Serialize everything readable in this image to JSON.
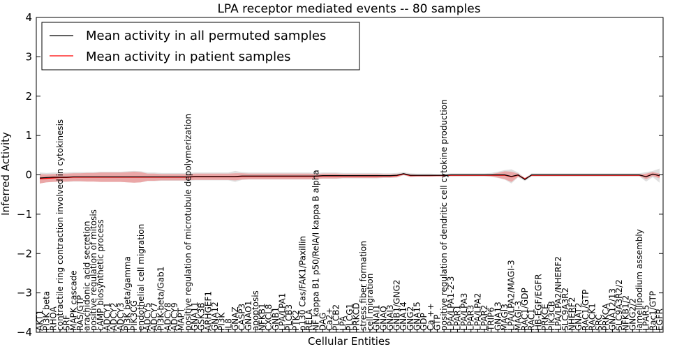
{
  "chart_data": {
    "type": "line",
    "title": "LPA receptor mediated events -- 80 samples",
    "xlabel": "Cellular Entities",
    "ylabel": "Inferred Activity",
    "ylim": [
      -4,
      4
    ],
    "yticks": [
      "−4",
      "−3",
      "−2",
      "−1",
      "0",
      "1",
      "2",
      "3",
      "4"
    ],
    "grid": false,
    "legend": {
      "placement": "top-left",
      "entries": [
        {
          "name": "Mean activity in all permuted samples",
          "color": "#000000"
        },
        {
          "name": "Mean activity in patient samples",
          "color": "#ff0000"
        }
      ]
    },
    "colors": {
      "permuted": "#000000",
      "patient": "#ff0000",
      "patient_band": "#f08080",
      "permuted_band": "#bbbbbb"
    },
    "categories": [
      "AKT1",
      "PI3K beta",
      "RHOA",
      "contractile ring contraction involved in cytokinesis",
      "SRF",
      "MAPK cascade",
      "RAS/GTP",
      "arachidonic acid secretion",
      "positive regulation of mitosis",
      "cAMP biosynthetic process",
      "ADCY1",
      "ADCY2",
      "ADCY3",
      "PI3K beta/gamma",
      "PIK3CG",
      "endothelial cell migration",
      "ADCY5",
      "ADCY7",
      "PI3K-beta/Gab1",
      "ADCY8",
      "ADCY9",
      "MAPT",
      "positive regulation of microtubule depolymerization",
      "GNA11",
      "GSK3B",
      "ARHGEF1",
      "GNA12",
      "PI3K",
      "IL8",
      "GNAZ",
      "CASP3",
      "GNAO1",
      "apoptosis",
      "NFKB1",
      "CXCL8",
      "GNB1",
      "LPA/LPA1",
      "PLCB3",
      "PTK2",
      "p130 Cas/FAK1/Paxillin",
      "RELA",
      "NF kappa B1 p50/RelA/I kappa B alpha",
      "DAG",
      "Ca2+",
      "PLCB2",
      "LPA",
      "PLCG1",
      "PRKCD",
      "stress fiber formation",
      "cell migration",
      "GNAI1",
      "GNAQ",
      "GNAI3",
      "GNB1/GNG2",
      "GNA14",
      "GNG2",
      "GNA15",
      "GDP",
      "Ca ++",
      "GTP",
      "positive regulation of dendritic cell cytokine production",
      "LPA/LPA1-2-3",
      "LPAR1",
      "LPA/LPA3",
      "LPAR3",
      "LPA/LPA2",
      "LPAR2",
      "TRIP6",
      "GNA13",
      "MAGI3",
      "LPA/LPA2/MAGI-3",
      "MAGI-3",
      "RAC1/GDP",
      "RAC1",
      "HB-EGF/EGFR",
      "PRKCE",
      "PIK3CB",
      "LPA/LPA2/NHERF2",
      "SLC9A3R2",
      "NHERF2",
      "GNAT2",
      "RAC1/GTP",
      "RACK1",
      "SRC",
      "PRKCA",
      "GNA12/13",
      "SLC9A3R2/2",
      "NFKB1/2",
      "GNG2/2",
      "lamellipodium assembly",
      "LPAR5",
      "Rac1/GTP",
      "EGFR"
    ],
    "x": [
      0,
      1,
      2,
      3,
      4,
      5,
      6,
      7,
      8,
      9,
      10,
      11,
      12,
      13,
      14,
      15,
      16,
      17,
      18,
      19,
      20,
      21,
      22,
      23,
      24,
      25,
      26,
      27,
      28,
      29,
      30,
      31,
      32,
      33,
      34,
      35,
      36,
      37,
      38,
      39,
      40,
      41,
      42,
      43,
      44,
      45,
      46,
      47,
      48,
      49,
      50,
      51,
      52,
      53,
      54,
      55,
      56,
      57,
      58,
      59,
      60,
      61,
      62,
      63,
      64,
      65,
      66,
      67,
      68,
      69,
      70,
      71,
      72,
      73,
      74,
      75,
      76,
      77,
      78,
      79,
      80,
      81,
      82,
      83,
      84,
      85,
      86,
      87,
      88,
      89,
      90,
      91,
      92
    ],
    "series": [
      {
        "name": "Mean activity in all permuted samples",
        "values": [
          -0.08,
          -0.07,
          -0.06,
          -0.06,
          -0.06,
          -0.05,
          -0.05,
          -0.05,
          -0.05,
          -0.05,
          -0.05,
          -0.05,
          -0.05,
          -0.05,
          -0.05,
          -0.05,
          -0.05,
          -0.05,
          -0.05,
          -0.05,
          -0.05,
          -0.05,
          -0.05,
          -0.04,
          -0.04,
          -0.04,
          -0.04,
          -0.04,
          -0.04,
          -0.04,
          -0.03,
          -0.03,
          -0.03,
          -0.03,
          -0.03,
          -0.03,
          -0.03,
          -0.03,
          -0.03,
          -0.03,
          -0.03,
          -0.03,
          -0.02,
          -0.02,
          -0.02,
          -0.02,
          -0.02,
          -0.02,
          -0.02,
          -0.02,
          -0.02,
          -0.02,
          -0.02,
          -0.01,
          0.03,
          -0.01,
          -0.01,
          -0.01,
          -0.01,
          -0.01,
          -0.01,
          0.0,
          0.0,
          0.0,
          0.0,
          0.0,
          0.0,
          0.0,
          0.0,
          0.0,
          -0.04,
          0.0,
          -0.12,
          0.0,
          0.0,
          0.0,
          0.0,
          0.0,
          0.0,
          0.0,
          0.0,
          0.0,
          0.0,
          0.0,
          0.0,
          0.0,
          0.0,
          0.0,
          0.0,
          0.0,
          -0.05,
          0.02,
          -0.02
        ]
      },
      {
        "name": "Mean activity in patient samples",
        "values": [
          -0.1,
          -0.09,
          -0.08,
          -0.07,
          -0.07,
          -0.06,
          -0.06,
          -0.06,
          -0.06,
          -0.06,
          -0.06,
          -0.06,
          -0.06,
          -0.06,
          -0.06,
          -0.06,
          -0.06,
          -0.06,
          -0.06,
          -0.06,
          -0.06,
          -0.06,
          -0.06,
          -0.05,
          -0.05,
          -0.05,
          -0.05,
          -0.05,
          -0.05,
          -0.05,
          -0.04,
          -0.04,
          -0.04,
          -0.04,
          -0.04,
          -0.04,
          -0.04,
          -0.04,
          -0.04,
          -0.04,
          -0.04,
          -0.04,
          -0.03,
          -0.03,
          -0.03,
          -0.03,
          -0.03,
          -0.03,
          -0.03,
          -0.03,
          -0.03,
          -0.03,
          -0.03,
          -0.02,
          0.02,
          -0.02,
          -0.02,
          -0.02,
          -0.02,
          -0.02,
          -0.02,
          -0.01,
          -0.01,
          -0.01,
          -0.01,
          -0.01,
          -0.01,
          -0.01,
          -0.01,
          -0.01,
          -0.05,
          -0.01,
          -0.1,
          -0.01,
          -0.01,
          -0.01,
          -0.01,
          -0.01,
          -0.01,
          -0.01,
          -0.01,
          -0.01,
          -0.01,
          -0.01,
          -0.01,
          -0.01,
          -0.01,
          -0.01,
          -0.01,
          -0.01,
          -0.04,
          0.02,
          -0.03
        ]
      }
    ],
    "bands": {
      "patient_halfwidth": [
        0.12,
        0.1,
        0.1,
        0.1,
        0.1,
        0.1,
        0.1,
        0.11,
        0.11,
        0.12,
        0.12,
        0.12,
        0.12,
        0.13,
        0.14,
        0.13,
        0.09,
        0.09,
        0.08,
        0.08,
        0.08,
        0.08,
        0.08,
        0.08,
        0.08,
        0.08,
        0.08,
        0.08,
        0.08,
        0.09,
        0.08,
        0.07,
        0.07,
        0.07,
        0.07,
        0.07,
        0.07,
        0.07,
        0.07,
        0.07,
        0.07,
        0.06,
        0.06,
        0.06,
        0.06,
        0.05,
        0.05,
        0.05,
        0.05,
        0.05,
        0.05,
        0.04,
        0.04,
        0.04,
        0.02,
        0.03,
        0.02,
        0.02,
        0.02,
        0.01,
        0.01,
        0.02,
        0.02,
        0.02,
        0.02,
        0.02,
        0.02,
        0.03,
        0.06,
        0.1,
        0.13,
        0.04,
        0.02,
        0.02,
        0.02,
        0.02,
        0.02,
        0.02,
        0.02,
        0.02,
        0.02,
        0.02,
        0.02,
        0.02,
        0.02,
        0.02,
        0.02,
        0.02,
        0.02,
        0.02,
        0.07,
        0.05,
        0.06
      ],
      "permuted_halfwidth": [
        0.14,
        0.12,
        0.12,
        0.12,
        0.12,
        0.12,
        0.12,
        0.12,
        0.12,
        0.13,
        0.13,
        0.13,
        0.13,
        0.14,
        0.15,
        0.14,
        0.11,
        0.11,
        0.1,
        0.1,
        0.1,
        0.1,
        0.1,
        0.1,
        0.1,
        0.1,
        0.1,
        0.1,
        0.1,
        0.14,
        0.1,
        0.09,
        0.09,
        0.09,
        0.09,
        0.09,
        0.09,
        0.09,
        0.09,
        0.09,
        0.09,
        0.08,
        0.08,
        0.08,
        0.08,
        0.07,
        0.07,
        0.07,
        0.07,
        0.07,
        0.07,
        0.06,
        0.06,
        0.06,
        0.04,
        0.05,
        0.04,
        0.04,
        0.04,
        0.03,
        0.03,
        0.04,
        0.04,
        0.04,
        0.04,
        0.04,
        0.04,
        0.05,
        0.08,
        0.12,
        0.18,
        0.06,
        0.04,
        0.04,
        0.04,
        0.04,
        0.04,
        0.04,
        0.04,
        0.04,
        0.04,
        0.04,
        0.04,
        0.04,
        0.04,
        0.04,
        0.04,
        0.04,
        0.04,
        0.04,
        0.12,
        0.08,
        0.18
      ]
    }
  }
}
